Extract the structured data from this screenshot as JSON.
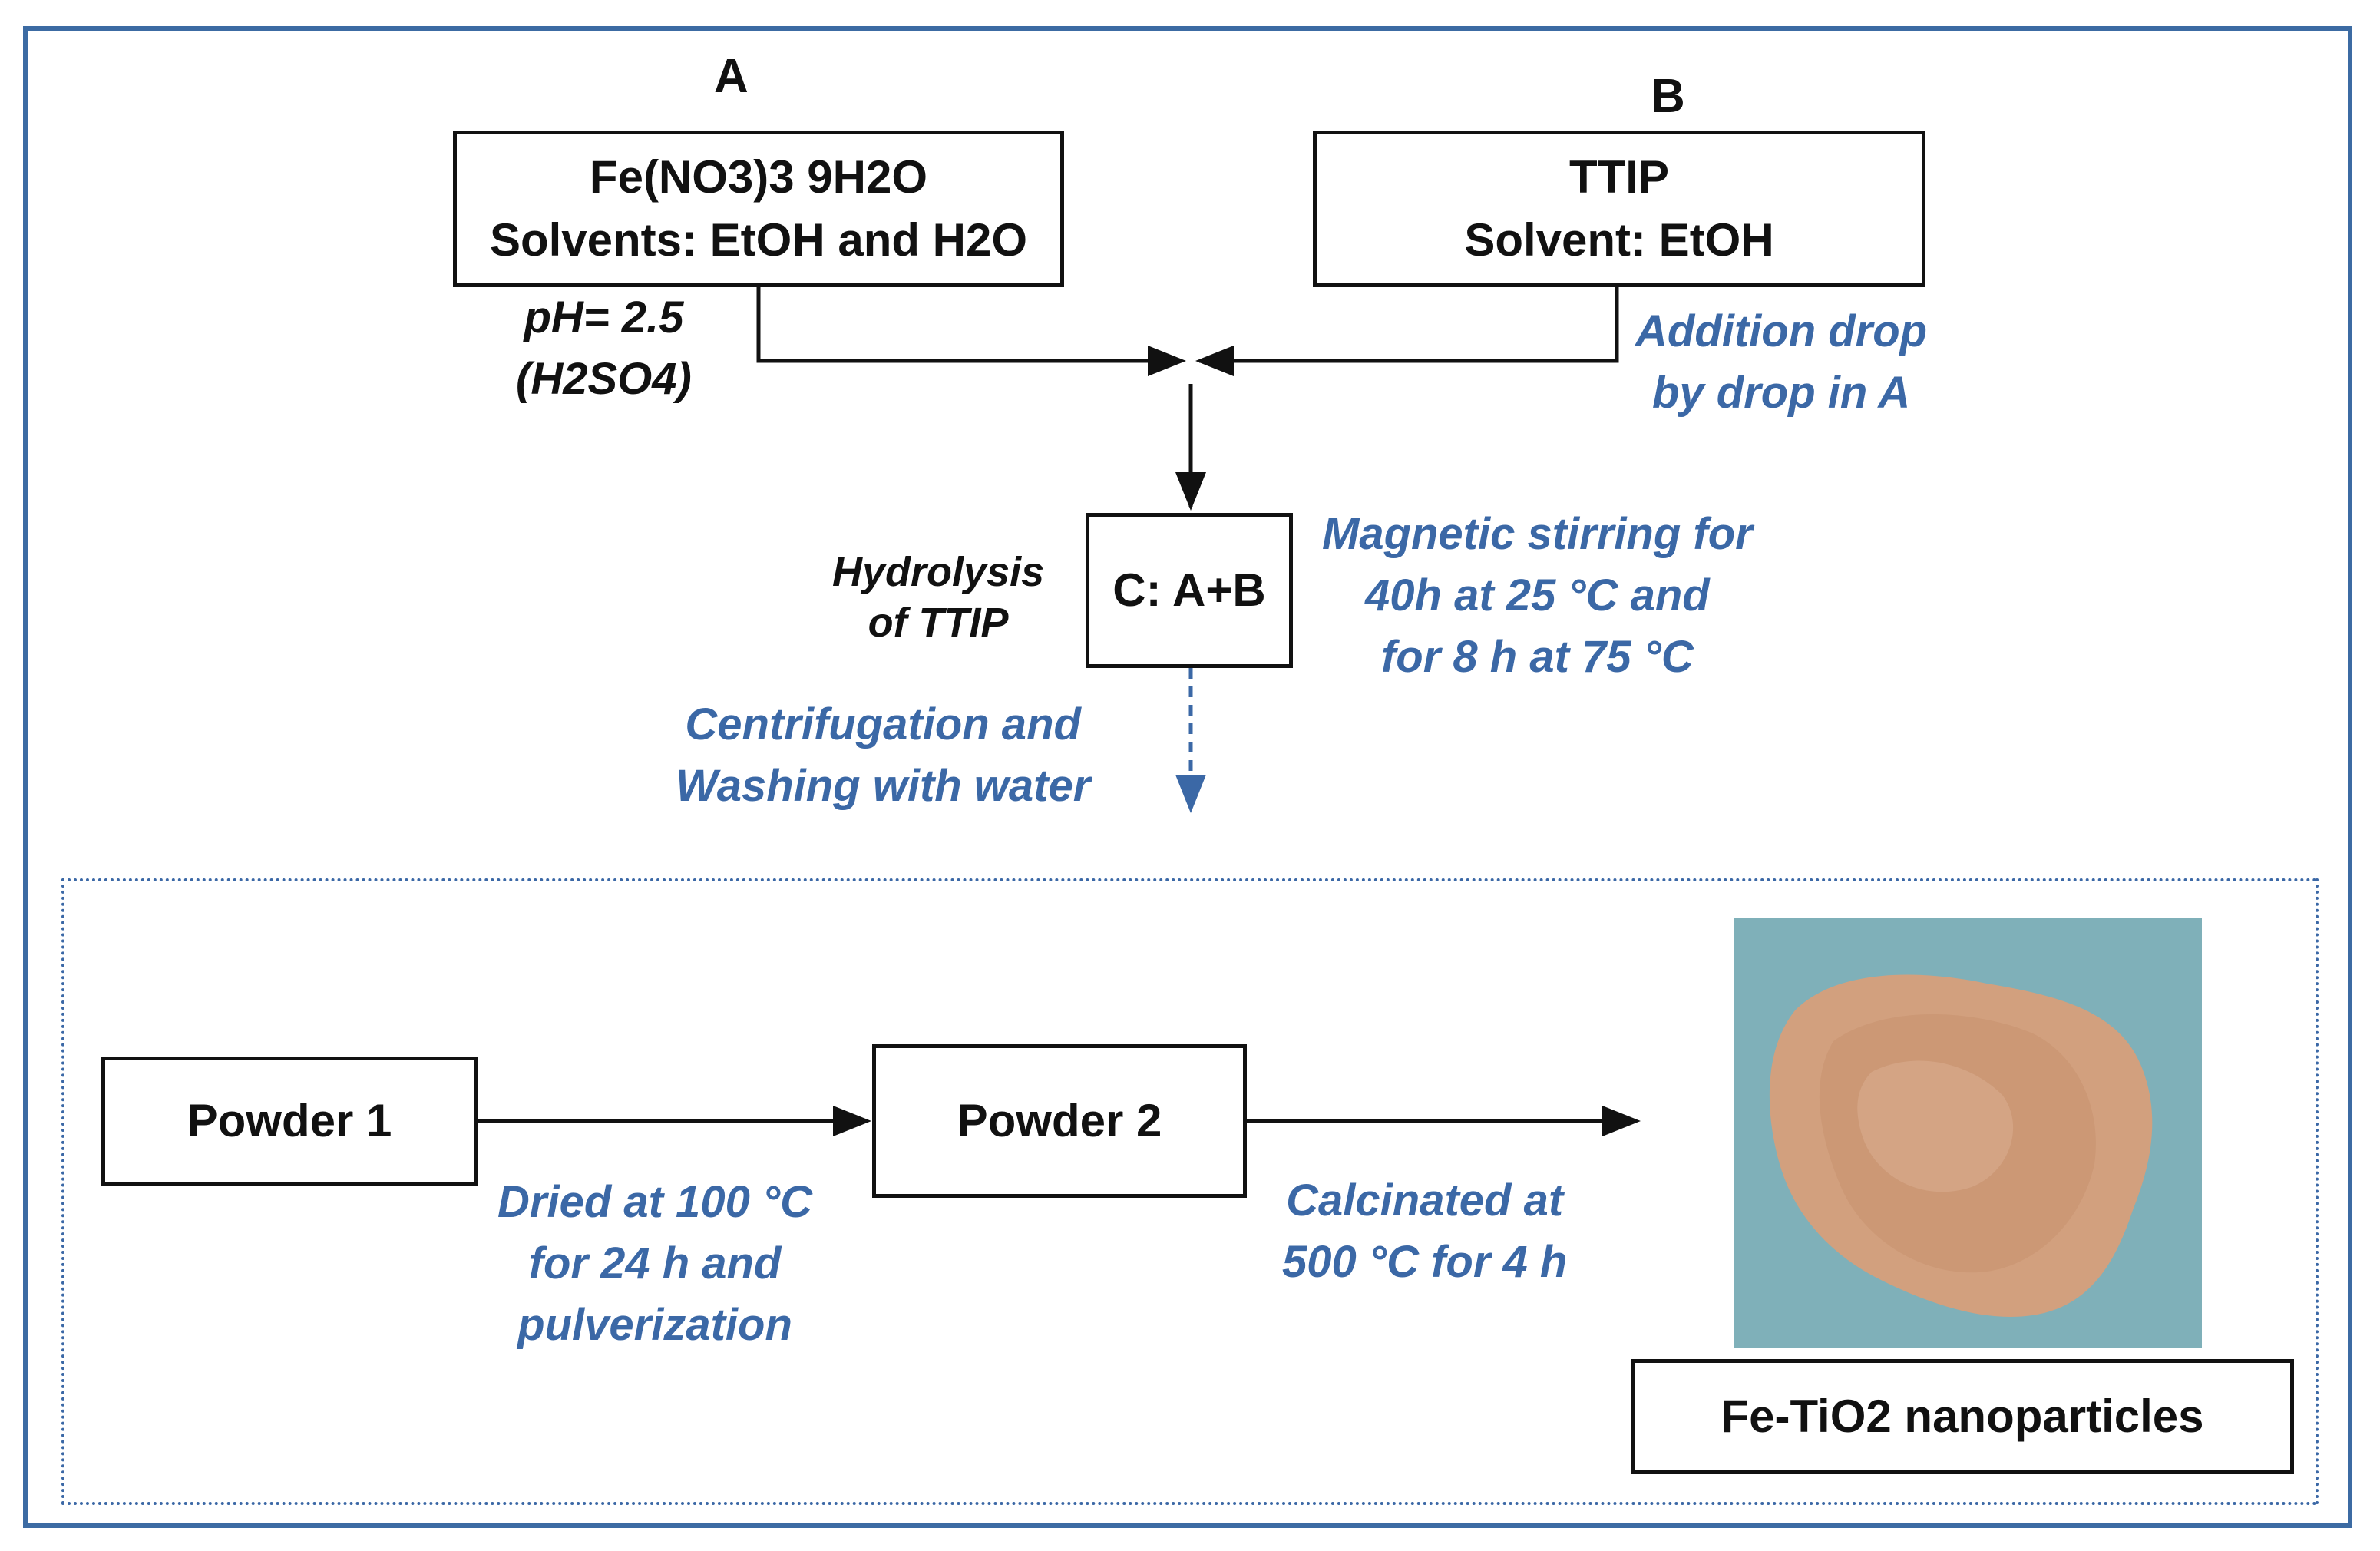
{
  "top": {
    "label_a": "A",
    "label_b": "B",
    "box_a": {
      "line1": "Fe(NO3)3 9H2O",
      "line2": "Solvents: EtOH and H2O"
    },
    "box_b": {
      "line1": "TTIP",
      "line2": "Solvent: EtOH"
    },
    "ph_note": {
      "line1": "pH= 2.5",
      "line2": "(H2SO4)"
    },
    "addition_note": {
      "line1": "Addition drop",
      "line2": "by drop in A"
    }
  },
  "middle": {
    "box_c": "C: A+B",
    "hydrolysis_note": {
      "line1": "Hydrolysis",
      "line2": "of TTIP"
    },
    "stirring_note": {
      "line1": "Magnetic stirring for",
      "line2": "40h at 25 °C and",
      "line3": "for 8 h at 75 °C"
    },
    "centrifuge_note": {
      "line1": "Centrifugation and",
      "line2": "Washing with water"
    }
  },
  "bottom": {
    "powder1": "Powder 1",
    "powder2": "Powder 2",
    "dried_note": {
      "line1": "Dried at 100 °C",
      "line2": "for 24 h and",
      "line3": "pulverization"
    },
    "calcinated_note": {
      "line1": "Calcinated at",
      "line2": "500 °C for 4 h"
    },
    "product": "Fe-TiO2 nanoparticles"
  },
  "colors": {
    "frame": "#3c6ba3",
    "annotation": "#3b68a6",
    "ink": "#111111",
    "photo_background": "#7fb0b9",
    "powder": "#d2a07e"
  }
}
